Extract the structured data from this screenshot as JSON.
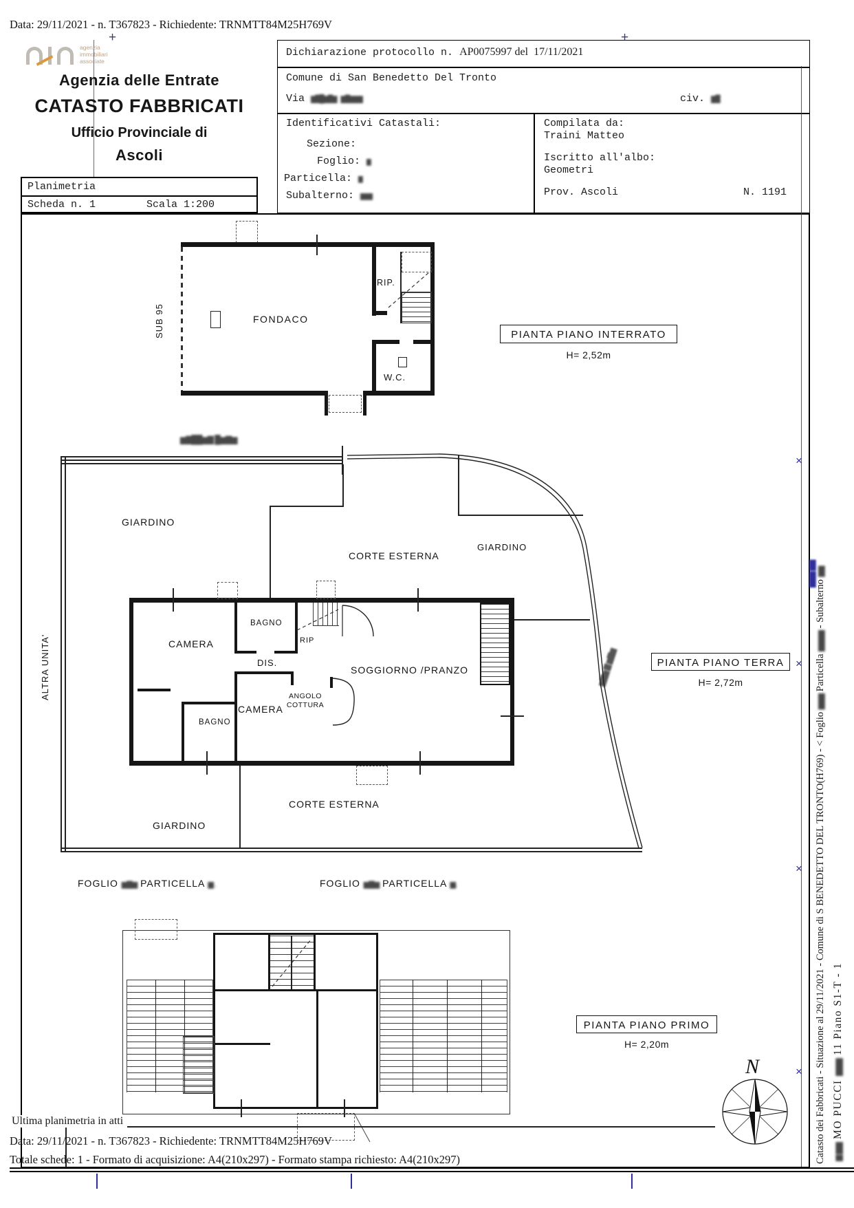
{
  "header": {
    "top_line": "Data: 29/11/2021 - n. T367823 - Richiedente: TRNMTT84M25H769V",
    "logo": {
      "lines": [
        "agenzia",
        "immobiliari",
        "associate"
      ]
    },
    "agency": [
      "Agenzia delle Entrate",
      "CATASTO FABBRICATI",
      "Ufficio Provinciale di",
      "Ascoli"
    ],
    "planimetria": {
      "title": "Planimetria",
      "scheda": "Scheda n. 1",
      "scala": "Scala 1:200"
    },
    "declaration": {
      "protocol_label": "Dichiarazione protocollo n.",
      "protocol_value": "AP0075997 del  17/11/2021",
      "comune": "Comune di San Benedetto Del Tronto",
      "via_label": "Via",
      "via_redacted": "▆▇█▆▇▆ ▆▇▆▆▆",
      "civ_label": "civ.",
      "civ_redacted": "▆▇",
      "identificativi": "Identificativi Catastali:",
      "sezione": "Sezione:",
      "foglio": "Foglio:",
      "foglio_value": "▆",
      "particella": "Particella:",
      "particella_value": "▆",
      "subalterno": "Subalterno:",
      "subalterno_value": "▆▆▆",
      "compilata": "Compilata da:",
      "compilata_value": "Traini Matteo",
      "albo": "Iscritto all'albo:",
      "albo_value": "Geometri",
      "prov": "Prov. Ascoli",
      "numero": "N. 1191"
    }
  },
  "interrato": {
    "title": "PIANTA PIANO INTERRATO",
    "height": "H= 2,52m",
    "sub": "SUB 95",
    "fondaco": "FONDACO",
    "rip": "RIP.",
    "wc": "W.C."
  },
  "terra": {
    "title": "PIANTA PIANO TERRA",
    "height": "H= 2,72m",
    "giardino_nw": "GIARDINO",
    "corte_n": "CORTE ESTERNA",
    "giardino_ne": "GIARDINO",
    "altra_unita": "ALTRA UNITA'",
    "camera_nw": "CAMERA",
    "bagno_n": "BAGNO",
    "rip": "RIP",
    "dis": "DIS.",
    "soggiorno": "SOGGIORNO /PRANZO",
    "angolo_line1": "ANGOLO",
    "angolo_line2": "COTTURA",
    "camera_s": "CAMERA",
    "bagno_s": "BAGNO",
    "corte_s": "CORTE ESTERNA",
    "giardino_s": "GIARDINO",
    "street_blur_top": "▆▇██▆▇ █▆▇▆",
    "street_blur_curve": "▆▇▆ ▇ ▆▇▆"
  },
  "primo": {
    "title": "PIANTA PIANO PRIMO",
    "height": "H= 2,20m"
  },
  "foglio_row": {
    "left": {
      "foglio": "FOGLIO",
      "foglio_value": "▆▇▆",
      "particella": "PARTICELLA",
      "particella_value": "▆ ."
    },
    "right": {
      "foglio": "FOGLIO",
      "foglio_value": "▆▇▆",
      "particella": "PARTICELLA",
      "particella_value": "▆."
    }
  },
  "sidebar": {
    "line1_start": "Catasto dei Fabbricati - Situazione al 29/11/2021 - Comune di S BENEDETTO DEL TRONTO(H769) -  <  Foglio",
    "line1_blur1": "▆▆▆",
    "line1_mid": "Particella",
    "line1_blur2": "▆▆▆▆",
    "line1_end": "- Subalterno",
    "line1_blur3": "▆▆",
    "line2_blur1": "▆ ▆▆",
    "line2_a": "MO PUCCI",
    "line2_blur2": "▆▆▆",
    "line2_b": "11 Piano S1-T - 1",
    "stamp": "▆▆▆ ▆▆"
  },
  "compass": {
    "n": "N"
  },
  "footer": {
    "ultima": "Ultima planimetria in atti",
    "data_line": "Data: 29/11/2021 - n. T367823 - Richiedente: TRNMTT84M25H769V",
    "totale": "Totale schede: 1 - Formato di acquisizione: A4(210x297)  - Formato stampa richiesto: A4(210x297)"
  },
  "colors": {
    "accent_blue": "#2e2e9d",
    "logo_orange": "#d99a3f",
    "logo_gray": "#c0bcb5",
    "line_black": "#161616"
  }
}
